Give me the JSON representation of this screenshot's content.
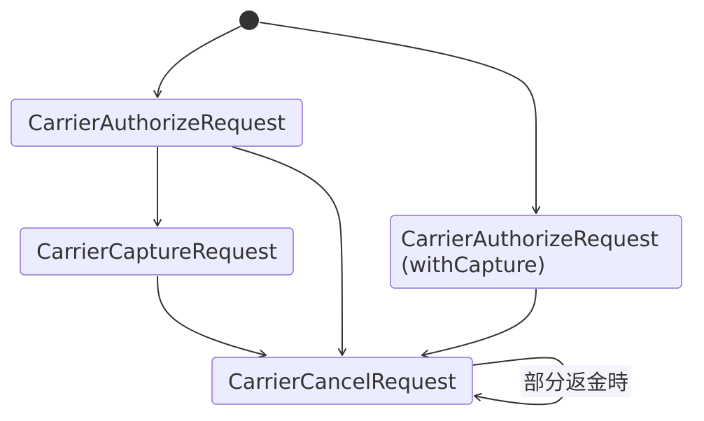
{
  "diagram": {
    "type": "state-diagram",
    "start": "start",
    "nodes": [
      {
        "id": "authorize",
        "lines": [
          "CarrierAuthorizeRequest"
        ]
      },
      {
        "id": "capture",
        "lines": [
          "CarrierCaptureRequest"
        ]
      },
      {
        "id": "authorize_with_capture",
        "lines": [
          "CarrierAuthorizeRequest",
          "(withCapture)"
        ]
      },
      {
        "id": "cancel",
        "lines": [
          "CarrierCancelRequest"
        ]
      }
    ],
    "edges": [
      {
        "from": "start",
        "to": "authorize",
        "label": ""
      },
      {
        "from": "start",
        "to": "authorize_with_capture",
        "label": ""
      },
      {
        "from": "authorize",
        "to": "capture",
        "label": ""
      },
      {
        "from": "authorize",
        "to": "cancel",
        "label": ""
      },
      {
        "from": "capture",
        "to": "cancel",
        "label": ""
      },
      {
        "from": "authorize_with_capture",
        "to": "cancel",
        "label": ""
      },
      {
        "from": "cancel",
        "to": "cancel",
        "label": "部分返金時"
      }
    ],
    "colors": {
      "node_fill": "#ECECFF",
      "node_stroke": "#9370DB",
      "edge": "#333333",
      "text": "#333333",
      "label_bg": "#F4F4FB"
    }
  }
}
